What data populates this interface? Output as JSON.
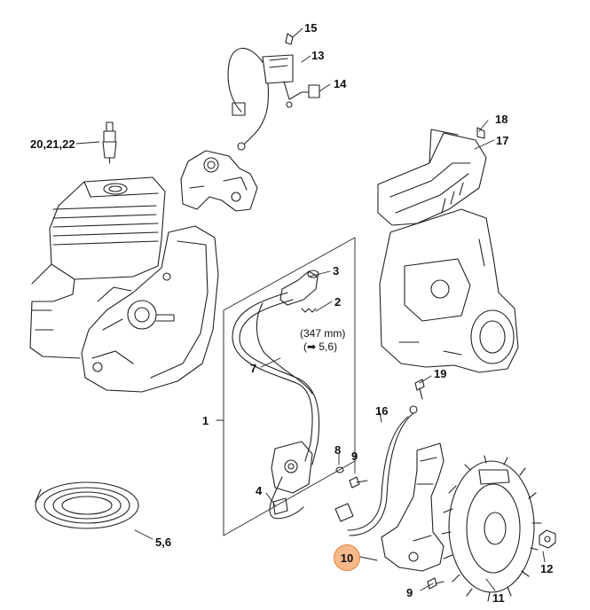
{
  "callouts": {
    "p1": "1",
    "p2": "2",
    "p3": "3",
    "p4": "4",
    "p56": "5,6",
    "p7": "7",
    "p8": "8",
    "p9a": "9",
    "p9b": "9",
    "p10": "10",
    "p11": "11",
    "p12": "12",
    "p13": "13",
    "p14": "14",
    "p15": "15",
    "p16": "16",
    "p17": "17",
    "p18": "18",
    "p19": "19",
    "p202122": "20,21,22"
  },
  "note": {
    "length": "(347 mm)",
    "ref": "(➡ 5,6)"
  },
  "highlight": {
    "part": "10",
    "color": "#f6b98a",
    "border": "#e8823c"
  }
}
